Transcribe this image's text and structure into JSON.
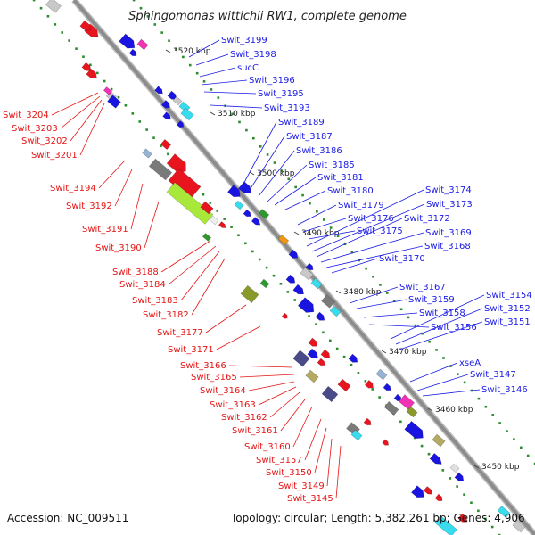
{
  "title": "Sphingomonas wittichii RW1, complete genome",
  "footer": {
    "accession": "Accession: NC_009511",
    "summary": "Topology: circular; Length: 5,382,261 bp; Genes: 4,906"
  },
  "colors": {
    "forward_label": "#1a1ae6",
    "reverse_label": "#e61414",
    "backbone": "#8c8c8c",
    "dot": "#2e8b2e"
  },
  "scale_ticks": [
    "3520 kbp",
    "3510 kbp",
    "3500 kbp",
    "3490 kbp",
    "3480 kbp",
    "3470 kbp",
    "3460 kbp",
    "3450 kbp"
  ],
  "forward_genes": [
    "Swit_3199",
    "Swit_3198",
    "sucC",
    "Swit_3196",
    "Swit_3195",
    "Swit_3193",
    "Swit_3189",
    "Swit_3187",
    "Swit_3186",
    "Swit_3185",
    "Swit_3181",
    "Swit_3180",
    "Swit_3179",
    "Swit_3176",
    "Swit_3175",
    "Swit_3174",
    "Swit_3173",
    "Swit_3172",
    "Swit_3169",
    "Swit_3168",
    "Swit_3170",
    "Swit_3167",
    "Swit_3159",
    "Swit_3158",
    "Swit_3156",
    "Swit_3154",
    "Swit_3152",
    "Swit_3151",
    "xseA",
    "Swit_3147",
    "Swit_3146"
  ],
  "reverse_genes": [
    "Swit_3204",
    "Swit_3203",
    "Swit_3202",
    "Swit_3201",
    "Swit_3194",
    "Swit_3192",
    "Swit_3191",
    "Swit_3190",
    "Swit_3188",
    "Swit_3184",
    "Swit_3183",
    "Swit_3182",
    "Swit_3177",
    "Swit_3171",
    "Swit_3166",
    "Swit_3165",
    "Swit_3164",
    "Swit_3163",
    "Swit_3162",
    "Swit_3161",
    "Swit_3160",
    "Swit_3157",
    "Swit_3150",
    "Swit_3149",
    "Swit_3145"
  ]
}
